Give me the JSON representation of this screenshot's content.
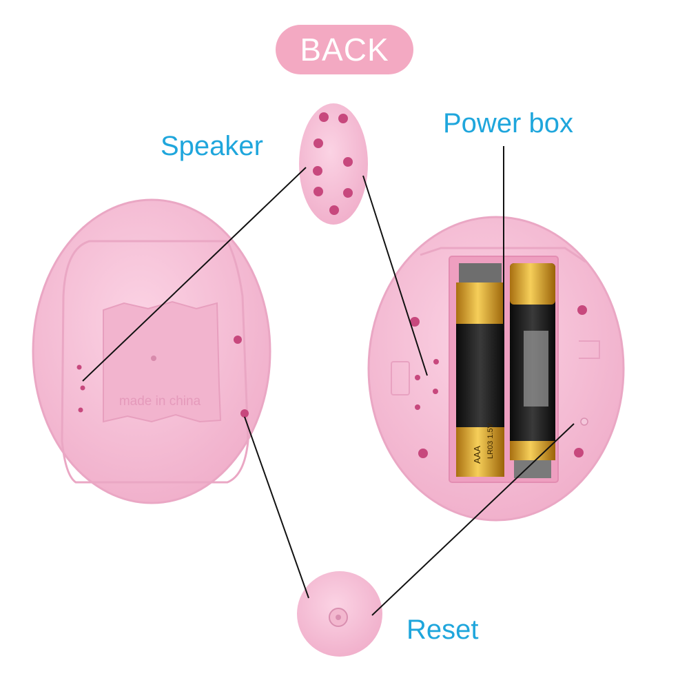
{
  "title": "BACK",
  "labels": {
    "speaker": "Speaker",
    "power_box": "Power box",
    "reset": "Reset"
  },
  "embossed_text": "made in china",
  "battery_print": {
    "type": "AAA",
    "code": "LR03 1.5V"
  },
  "colors": {
    "pill": "#f3a9c2",
    "label": "#1fa6dc",
    "shell": "#f7c3d9",
    "battery_gold": "#e2a72b",
    "battery_black": "#1d1d1d"
  }
}
